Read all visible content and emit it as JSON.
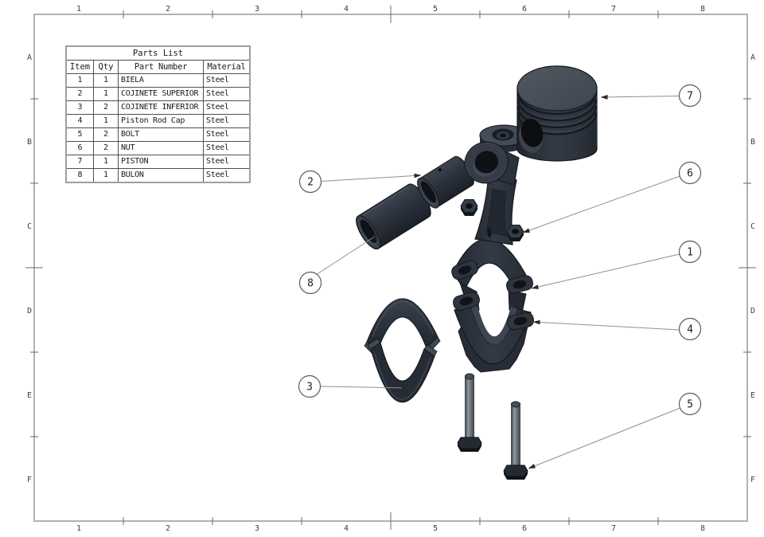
{
  "sheet": {
    "background": "#ffffff",
    "frame_color": "#b2b2b2",
    "col_labels": [
      "1",
      "2",
      "3",
      "4",
      "5",
      "6",
      "7",
      "8"
    ],
    "row_labels": [
      "A",
      "B",
      "C",
      "D",
      "E",
      "F"
    ]
  },
  "parts_list": {
    "title": "Parts List",
    "columns": [
      "Item",
      "Qty",
      "Part Number",
      "Material"
    ],
    "rows": [
      {
        "item": "1",
        "qty": "1",
        "part_number": "BIELA",
        "material": "Steel"
      },
      {
        "item": "2",
        "qty": "1",
        "part_number": "COJINETE SUPERIOR",
        "material": "Steel"
      },
      {
        "item": "3",
        "qty": "2",
        "part_number": "COJINETE INFERIOR",
        "material": "Steel"
      },
      {
        "item": "4",
        "qty": "1",
        "part_number": "Piston Rod Cap",
        "material": "Steel"
      },
      {
        "item": "5",
        "qty": "2",
        "part_number": "BOLT",
        "material": "Steel"
      },
      {
        "item": "6",
        "qty": "2",
        "part_number": "NUT",
        "material": "Steel"
      },
      {
        "item": "7",
        "qty": "1",
        "part_number": "PISTON",
        "material": "Steel"
      },
      {
        "item": "8",
        "qty": "1",
        "part_number": "BULON",
        "material": "Steel"
      }
    ]
  },
  "callouts": [
    {
      "label": "1",
      "points_to": "BIELA"
    },
    {
      "label": "2",
      "points_to": "COJINETE SUPERIOR"
    },
    {
      "label": "3",
      "points_to": "COJINETE INFERIOR"
    },
    {
      "label": "4",
      "points_to": "Piston Rod Cap"
    },
    {
      "label": "5",
      "points_to": "BOLT"
    },
    {
      "label": "6",
      "points_to": "NUT"
    },
    {
      "label": "7",
      "points_to": "PISTON"
    },
    {
      "label": "8",
      "points_to": "BULON"
    }
  ],
  "colors": {
    "part_dark": "#20252c",
    "part_mid": "#333a45",
    "part_light": "#4d5560",
    "hole": "#0f1218",
    "outline": "#14181e",
    "leader": "#8f8f8f",
    "frame": "#b2b2b2",
    "text": "#1b1b1b"
  }
}
